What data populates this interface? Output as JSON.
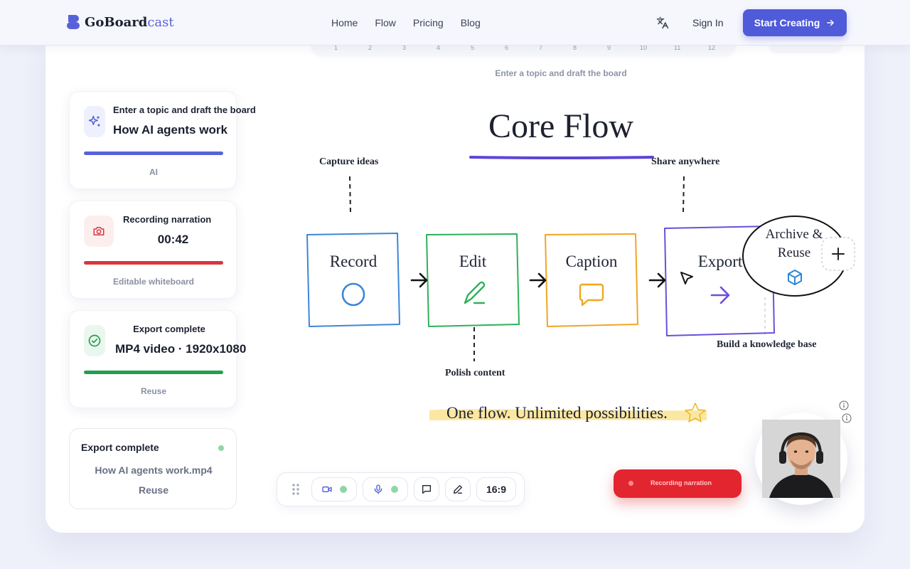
{
  "nav": {
    "brand_main": "GoBoard",
    "brand_accent": "cast",
    "links": [
      "Home",
      "Flow",
      "Pricing",
      "Blog"
    ],
    "sign_in": "Sign In",
    "cta": "Start Creating"
  },
  "timeline": {
    "ticks": [
      "1",
      "2",
      "3",
      "4",
      "5",
      "6",
      "7",
      "8",
      "9",
      "10",
      "11",
      "12"
    ],
    "caption": "Enter a topic and draft the board"
  },
  "cards": [
    {
      "title": "Enter a topic and draft the board",
      "main": "How AI agents work",
      "footer": "AI",
      "accent": "#5762d9"
    },
    {
      "title": "Recording narration",
      "main": "00:42",
      "footer": "Editable whiteboard",
      "accent": "#d9363e"
    },
    {
      "title": "Export complete",
      "main": "MP4 video · 1920x1080",
      "footer": "Reuse",
      "accent": "#22a04b"
    }
  ],
  "file_card": {
    "title": "Export complete",
    "file_name": "How AI agents work.mp4",
    "footer": "Reuse"
  },
  "board": {
    "title": "Core Flow",
    "labels": {
      "capture": "Capture ideas",
      "share": "Share anywhere",
      "polish": "Polish content",
      "knowledge": "Build a knowledge base"
    },
    "steps": [
      "Record",
      "Edit",
      "Caption",
      "Export"
    ],
    "archive": "Archive & Reuse",
    "tagline": "One flow. Unlimited possibilities.",
    "colors": {
      "record": "#3d86d9",
      "edit": "#2fb05a",
      "caption": "#f0a623",
      "export": "#6c4fd8",
      "underline": "#5d44d6",
      "highlight": "#fbe7a1"
    }
  },
  "toolbar": {
    "ratio": "16:9",
    "icons": [
      "grip-icon",
      "video-icon",
      "mic-icon",
      "comment-icon",
      "pen-icon"
    ]
  },
  "recording": {
    "label": "Recording narration"
  }
}
